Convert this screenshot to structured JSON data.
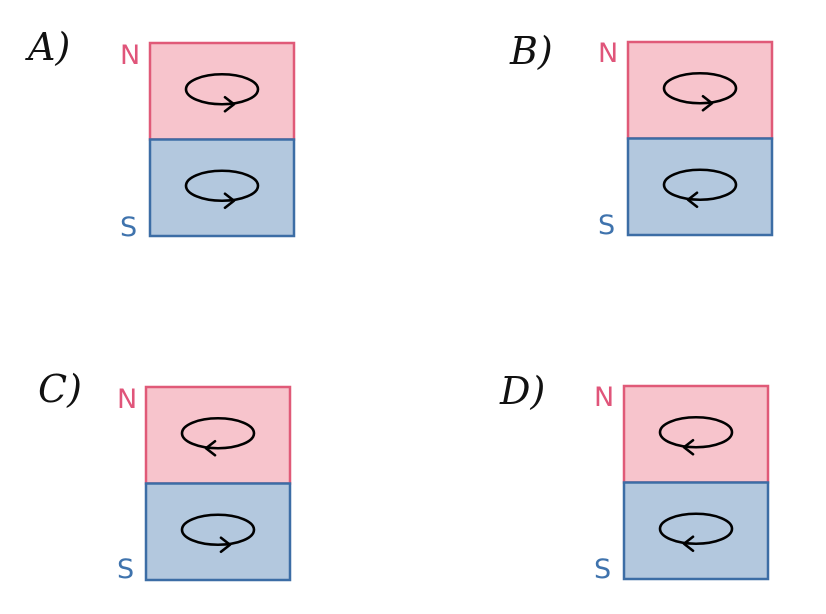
{
  "colors": {
    "north_fill": "#f7c4cc",
    "north_stroke": "#e05a78",
    "south_fill": "#b3c8de",
    "south_stroke": "#3c6da5",
    "north_label": "#e0557a",
    "south_label": "#3f73ad",
    "loop": "#000000"
  },
  "options": [
    {
      "letter": "A)",
      "north_label": "N",
      "south_label": "S",
      "top_loop_arrow": "right",
      "bottom_loop_arrow": "right"
    },
    {
      "letter": "B)",
      "north_label": "N",
      "south_label": "S",
      "top_loop_arrow": "right",
      "bottom_loop_arrow": "left"
    },
    {
      "letter": "C)",
      "north_label": "N",
      "south_label": "S",
      "top_loop_arrow": "left",
      "bottom_loop_arrow": "right"
    },
    {
      "letter": "D)",
      "north_label": "N",
      "south_label": "S",
      "top_loop_arrow": "left",
      "bottom_loop_arrow": "left"
    }
  ]
}
